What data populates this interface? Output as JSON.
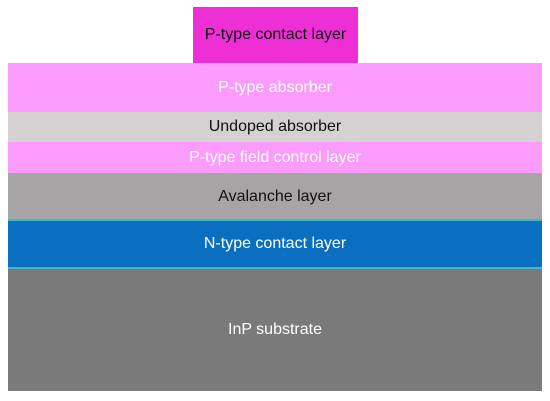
{
  "layers": [
    {
      "id": "p-contact",
      "label": "P-type contact layer",
      "bg": "#ee2fd6",
      "fg": "#111111"
    },
    {
      "id": "p-absorber",
      "label": "P-type absorber",
      "bg": "#fb9cfd",
      "fg": "#ffffff"
    },
    {
      "id": "undoped",
      "label": "Undoped absorber",
      "bg": "#d5d1d2",
      "fg": "#111111"
    },
    {
      "id": "field-control",
      "label": "P-type field control layer",
      "bg": "#fb9cfd",
      "fg": "#ffffff"
    },
    {
      "id": "avalanche",
      "label": "Avalanche layer",
      "bg": "#a6a4a4",
      "fg": "#111111"
    },
    {
      "id": "n-contact",
      "label": "N-type contact layer",
      "bg": "#0a6fc0",
      "fg": "#ffffff"
    },
    {
      "id": "substrate",
      "label": "InP substrate",
      "bg": "#7a7a7a",
      "fg": "#ffffff"
    }
  ],
  "divider_color": "#3fb7c6"
}
